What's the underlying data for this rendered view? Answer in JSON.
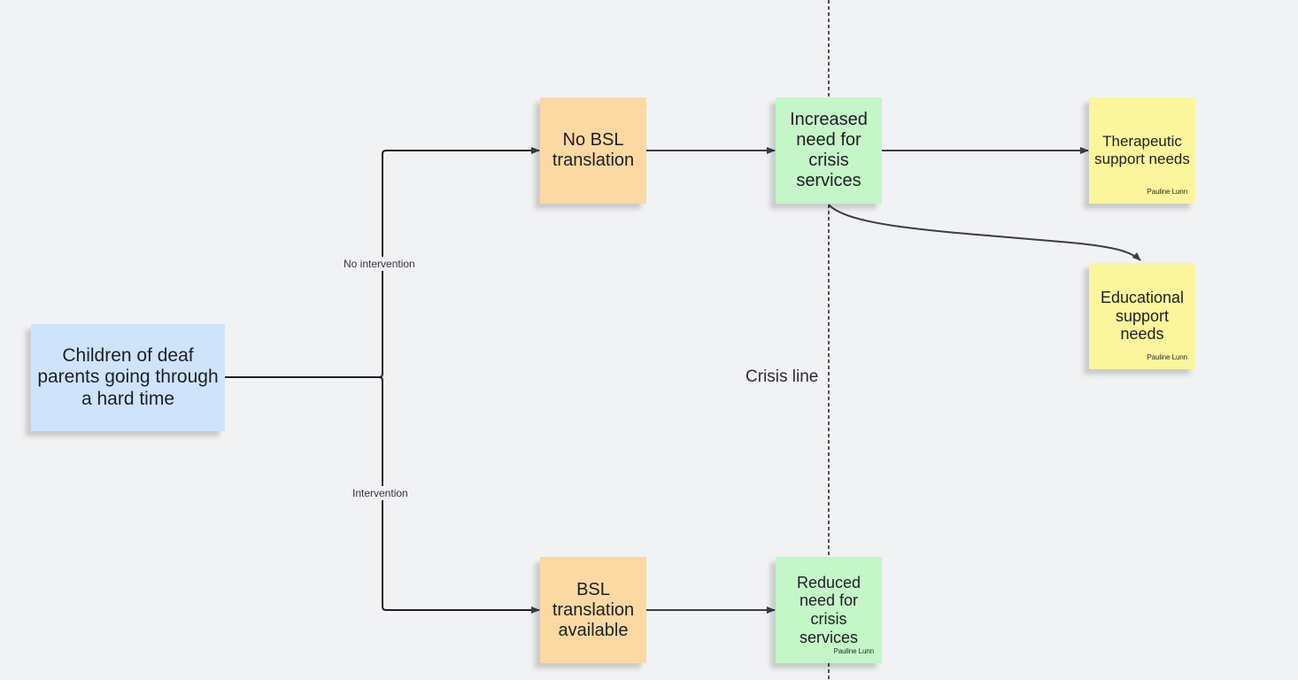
{
  "colors": {
    "background": "#f1f2f4",
    "sticky_blue": "#cfe3fb",
    "sticky_orange": "#fcd9a2",
    "sticky_green": "#c4f6c8",
    "sticky_yellow": "#fbf59c",
    "connector": "#3b3d44"
  },
  "nodes": {
    "start": {
      "text": "Children of deaf parents going through a hard time"
    },
    "no_bsl": {
      "text": "No BSL translation"
    },
    "bsl_available": {
      "text": "BSL translation available"
    },
    "increased_need": {
      "text": "Increased need for crisis services"
    },
    "reduced_need": {
      "text": "Reduced need for crisis services",
      "author": "Pauline Lunn"
    },
    "therapeutic": {
      "text": "Therapeutic support needs",
      "author": "Pauline Lunn"
    },
    "educational": {
      "text": "Educational support needs",
      "author": "Pauline Lunn"
    }
  },
  "edges": {
    "no_intervention": {
      "label": "No intervention"
    },
    "intervention": {
      "label": "Intervention"
    }
  },
  "crisis_line": {
    "label": "Crisis line"
  }
}
